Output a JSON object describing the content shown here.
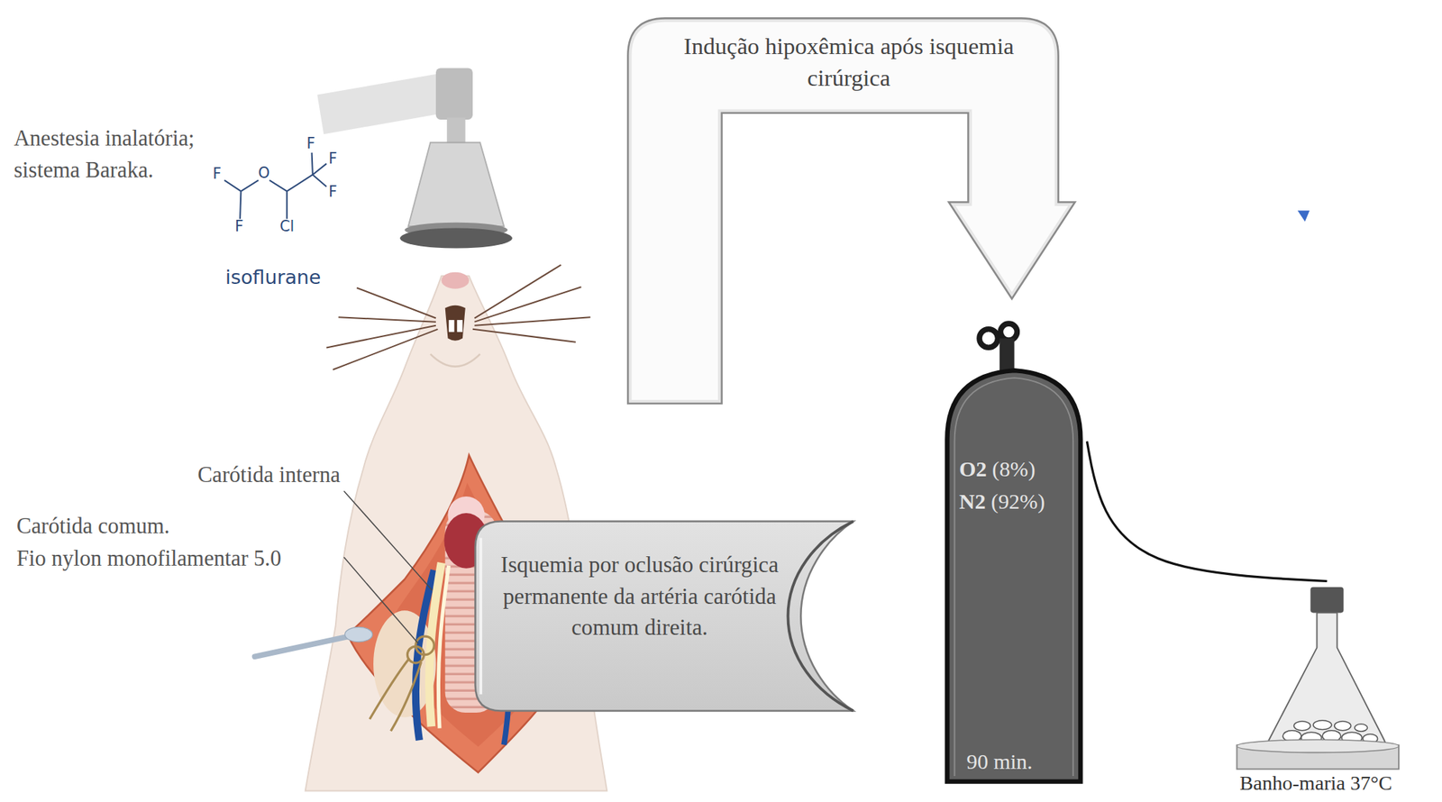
{
  "diagram": {
    "nodes": [
      {
        "text": [
          "Indução hipoxêmica após isquemia cirúrgica"
        ]
      },
      {
        "text": [
          "Isquemia por oclusão cirúrgica permanente da artéria carótida comum direita."
        ]
      },
      {
        "text": [
          "O2 (8%)",
          "N2 (92%)",
          "90 min."
        ]
      },
      {
        "text": [
          "Banho-maria 37°C"
        ]
      }
    ],
    "edges": [
      {
        "from": 2,
        "to": 3,
        "arrow": "none"
      }
    ],
    "labels": [
      "Anestesia inalatória; sistema Baraka.",
      "F",
      "O",
      "F",
      "F",
      "F",
      "F",
      "Cl",
      "isoflurane",
      "Carótida interna",
      "Carótida comum.",
      "Fio nylon monofilamentar 5.0"
    ]
  }
}
